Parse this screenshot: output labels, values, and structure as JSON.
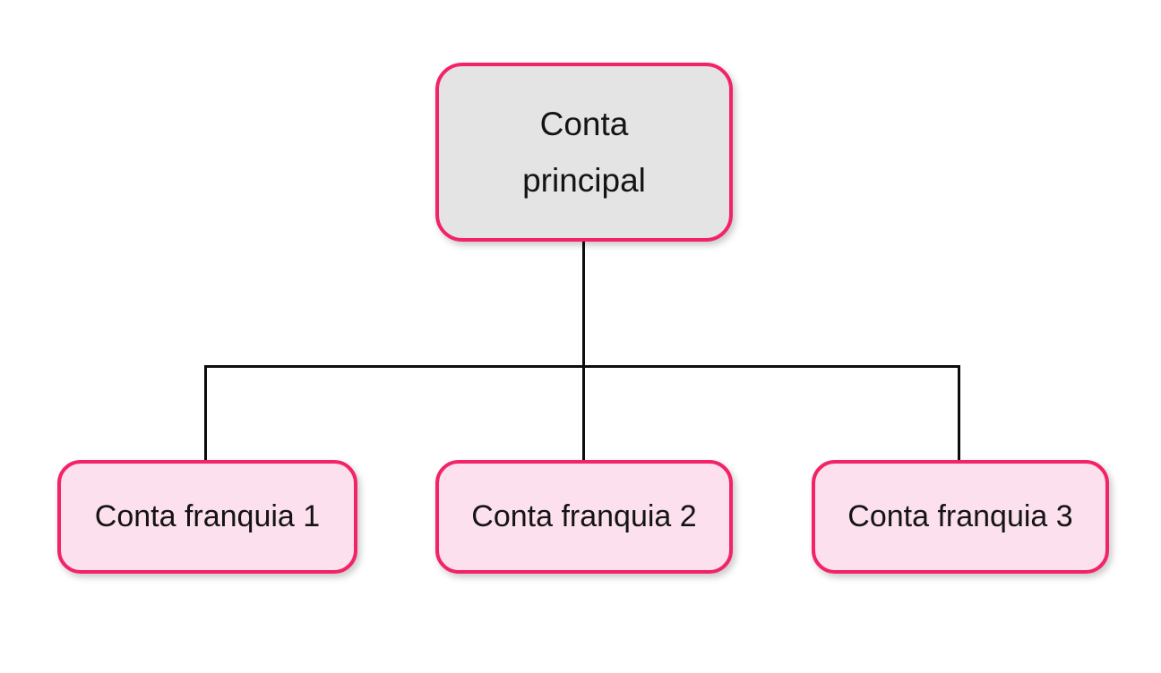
{
  "diagram": {
    "type": "org-chart",
    "background_color": "#ffffff",
    "connector_color": "#0d0d0d",
    "accent_border_color": "#F22366",
    "root_fill_color": "#E4E4E4",
    "child_fill_color": "#FCE0ED",
    "text_color": "#141414",
    "nodes": [
      {
        "id": "root",
        "label": "Conta principal",
        "level": 0
      },
      {
        "id": "franquia-1",
        "label": "Conta franquia 1",
        "level": 1
      },
      {
        "id": "franquia-2",
        "label": "Conta franquia 2",
        "level": 1
      },
      {
        "id": "franquia-3",
        "label": "Conta franquia 3",
        "level": 1
      }
    ],
    "edges": [
      {
        "from": "root",
        "to": "franquia-1"
      },
      {
        "from": "root",
        "to": "franquia-2"
      },
      {
        "from": "root",
        "to": "franquia-3"
      }
    ]
  }
}
